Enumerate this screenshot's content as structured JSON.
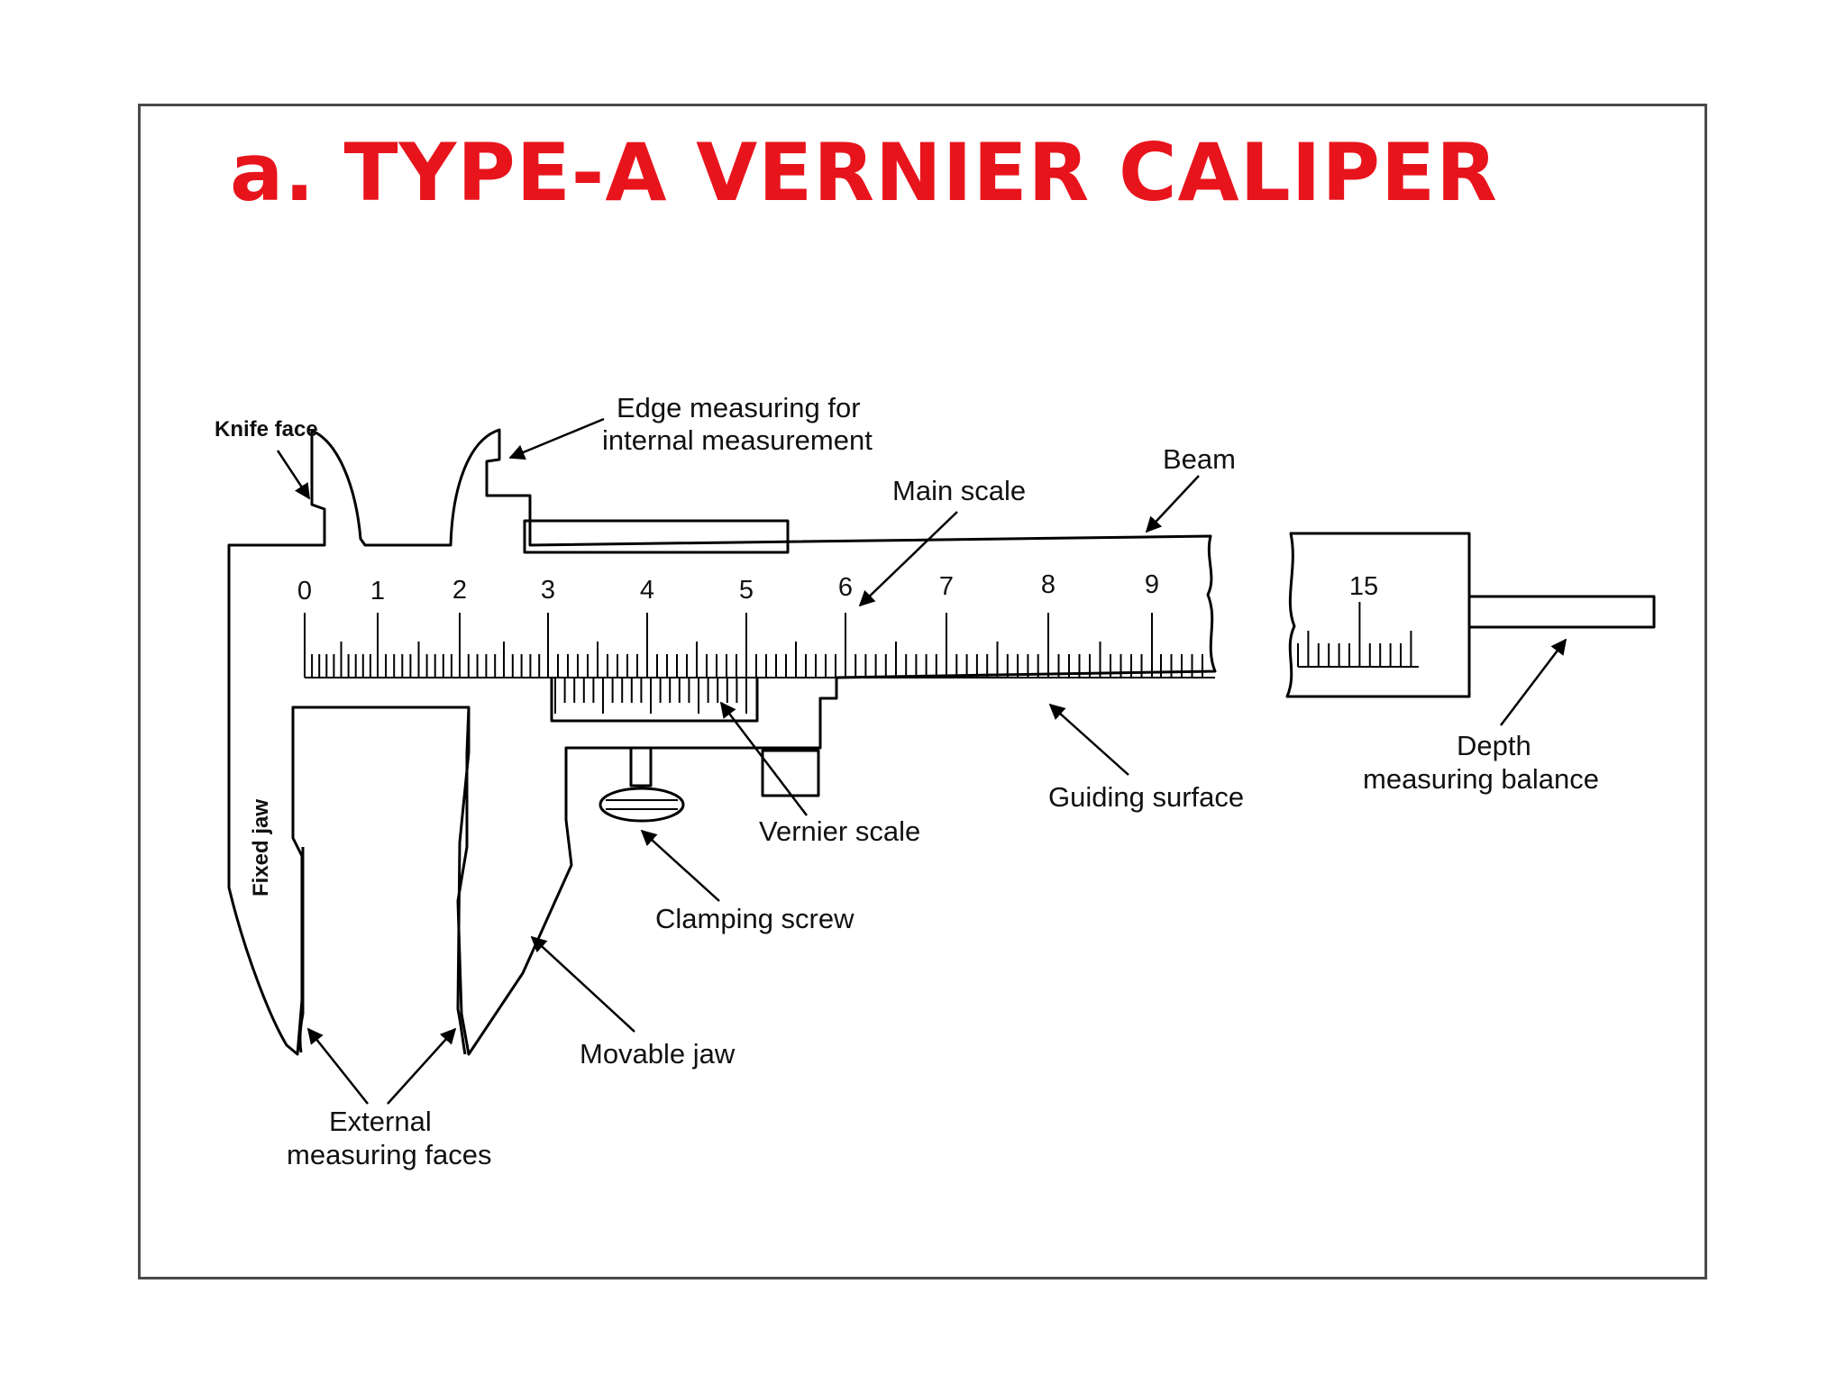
{
  "title": "a. TYPE-A VERNIER CALIPER",
  "colors": {
    "title": "#e8141c",
    "ink": "#111111",
    "frame": "#4a4a4a"
  },
  "labels": {
    "knife_face": "Knife face",
    "edge_measuring": [
      "Edge measuring for",
      "internal measurement"
    ],
    "beam": "Beam",
    "main_scale": "Main scale",
    "guiding_surface": "Guiding surface",
    "depth_measuring": [
      "Depth",
      "measuring balance"
    ],
    "vernier_scale": "Vernier scale",
    "clamping_screw": "Clamping screw",
    "movable_jaw": "Movable jaw",
    "external_faces": [
      "External",
      "measuring faces"
    ],
    "fixed_jaw": "Fixed jaw"
  },
  "main_scale_numbers": [
    "0",
    "1",
    "2",
    "3",
    "4",
    "5",
    "6",
    "7",
    "8",
    "9"
  ],
  "end_scale_number": "15"
}
